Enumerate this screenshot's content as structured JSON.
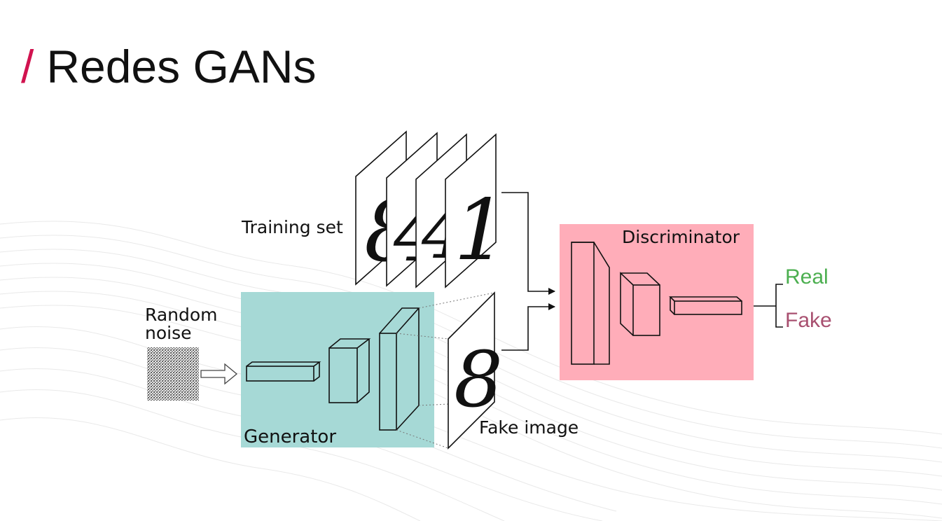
{
  "slide": {
    "title_prefix": "/",
    "title": "Redes GANs",
    "accent_color": "#d1134f"
  },
  "diagram": {
    "nodes": {
      "random_noise": {
        "label_line1": "Random",
        "label_line2": "noise"
      },
      "generator": {
        "label": "Generator",
        "color": "#a6d9d6"
      },
      "training_set": {
        "label": "Training set",
        "digits": [
          "8",
          "4",
          "4",
          "1"
        ]
      },
      "fake_image": {
        "label": "Fake image",
        "digit": "8"
      },
      "discriminator": {
        "label": "Discriminator",
        "color": "#ffadb9"
      },
      "output_real": {
        "label": "Real",
        "color": "#4caf50"
      },
      "output_fake": {
        "label": "Fake",
        "color": "#a85070"
      }
    },
    "edges": [
      {
        "from": "random_noise",
        "to": "generator"
      },
      {
        "from": "generator",
        "to": "fake_image"
      },
      {
        "from": "training_set",
        "to": "discriminator"
      },
      {
        "from": "fake_image",
        "to": "discriminator"
      },
      {
        "from": "discriminator",
        "to": "output_real"
      },
      {
        "from": "discriminator",
        "to": "output_fake"
      }
    ]
  }
}
